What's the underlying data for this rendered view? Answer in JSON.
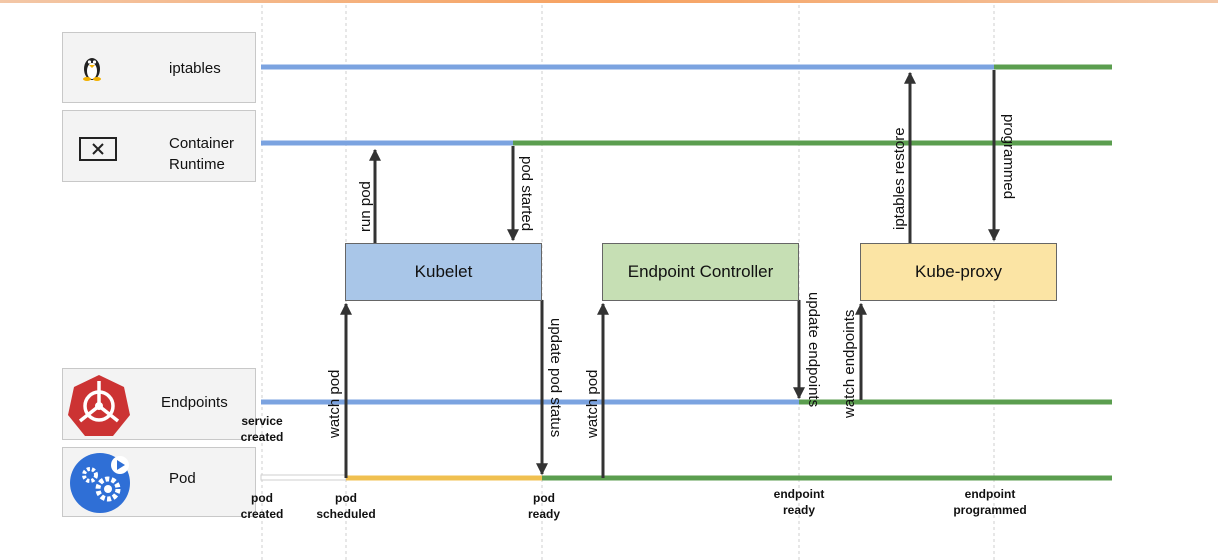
{
  "rows": {
    "iptables": {
      "label": "iptables",
      "icon": "linux-penguin-icon"
    },
    "runtime": {
      "line1": "Container",
      "line2": "Runtime",
      "icon": "container-x-icon"
    },
    "endpoints": {
      "label": "Endpoints",
      "icon": "kubernetes-endpoints-icon"
    },
    "pod": {
      "label": "Pod",
      "icon": "pod-gears-icon"
    }
  },
  "components": {
    "kubelet": "Kubelet",
    "endpoint_controller": "Endpoint Controller",
    "kube_proxy": "Kube-proxy"
  },
  "arrows": {
    "run_pod": "run pod",
    "pod_started": "pod started",
    "watch_pod_1": "watch pod",
    "update_pod_status": "update pod status",
    "watch_pod_2": "watch pod",
    "update_endpoints": "update endpoints",
    "watch_endpoints": "watch endpoints",
    "iptables_restore": "iptables restore",
    "programmed": "programmed"
  },
  "events": {
    "service_created": {
      "line1": "service",
      "line2": "created"
    },
    "pod_created": {
      "line1": "pod",
      "line2": "created"
    },
    "pod_scheduled": {
      "line1": "pod",
      "line2": "scheduled"
    },
    "pod_ready": {
      "line1": "pod",
      "line2": "ready"
    },
    "endpoint_ready": {
      "line1": "endpoint",
      "line2": "ready"
    },
    "endpoint_programmed": {
      "line1": "endpoint",
      "line2": "programmed"
    }
  },
  "colors": {
    "pending": "#7ba3e0",
    "active": "#5b9e4f",
    "scheduled": "#f0c050",
    "kubelet_fill": "#a9c6e8",
    "endpoint_controller_fill": "#c6dfb4",
    "kube_proxy_fill": "#fbe4a4"
  }
}
